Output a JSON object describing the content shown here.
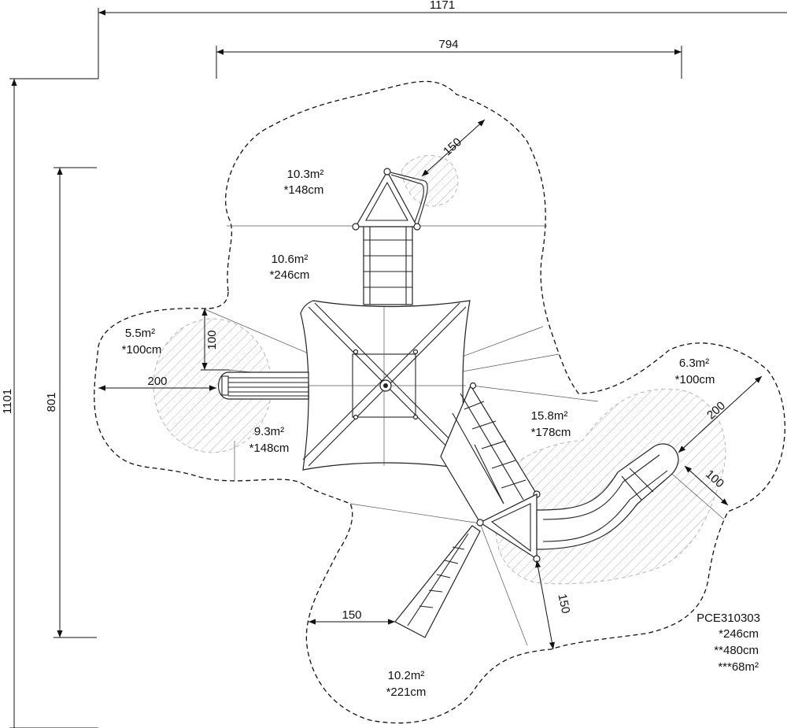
{
  "dimensions": {
    "overall_width": "1171",
    "platform_width": "794",
    "overall_depth": "1101",
    "platform_depth": "801",
    "top_clearance": "150",
    "left_clearance": "200",
    "left_vertical": "100",
    "right_clearance": "200",
    "right_small": "100",
    "bottom_right_clearance": "150",
    "bottom_left_clearance": "150"
  },
  "zones": {
    "top_upper": {
      "area": "10.3m²",
      "height": "*148cm"
    },
    "top_lower": {
      "area": "10.6m²",
      "height": "*246cm"
    },
    "left": {
      "area": "5.5m²",
      "height": "*100cm"
    },
    "left_lower": {
      "area": "9.3m²",
      "height": "*148cm"
    },
    "center_right": {
      "area": "15.8m²",
      "height": "*178cm"
    },
    "right": {
      "area": "6.3m²",
      "height": "*100cm"
    },
    "bottom": {
      "area": "10.2m²",
      "height": "*221cm"
    }
  },
  "notes": {
    "code": "PCE310303",
    "line1": "*246cm",
    "line2": "**480cm",
    "line3": "***68m²"
  }
}
